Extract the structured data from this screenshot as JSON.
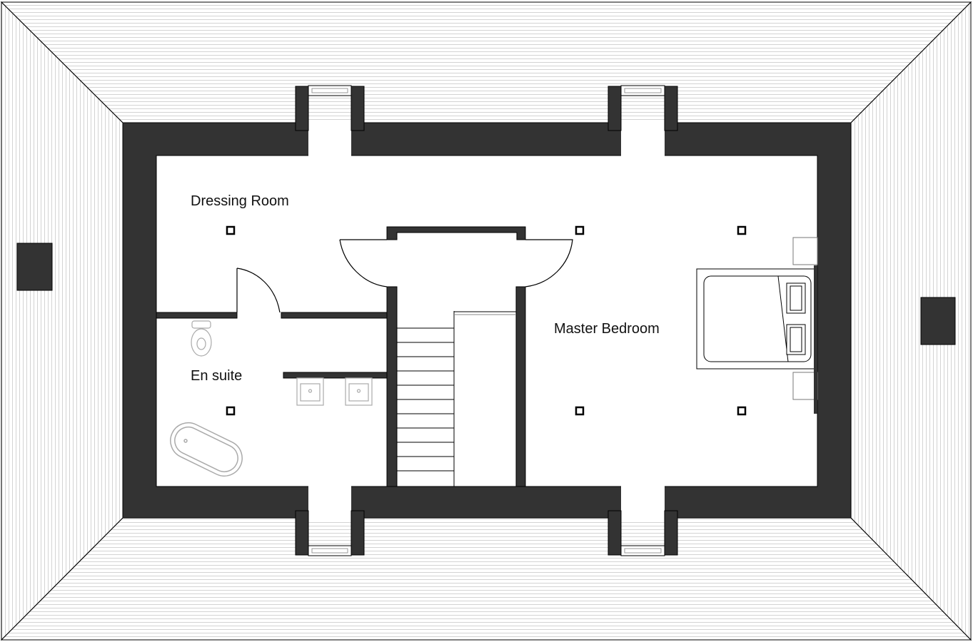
{
  "plan": {
    "rooms": [
      {
        "id": "dressing-room",
        "label": "Dressing Room"
      },
      {
        "id": "en-suite",
        "label": "En suite"
      },
      {
        "id": "master-bedroom",
        "label": "Master Bedroom"
      }
    ]
  },
  "colors": {
    "wall": "#333333",
    "roof_line": "#c8c8c8",
    "floor": "#ffffff",
    "fixture": "#aaaaaa",
    "outline": "#000000"
  }
}
